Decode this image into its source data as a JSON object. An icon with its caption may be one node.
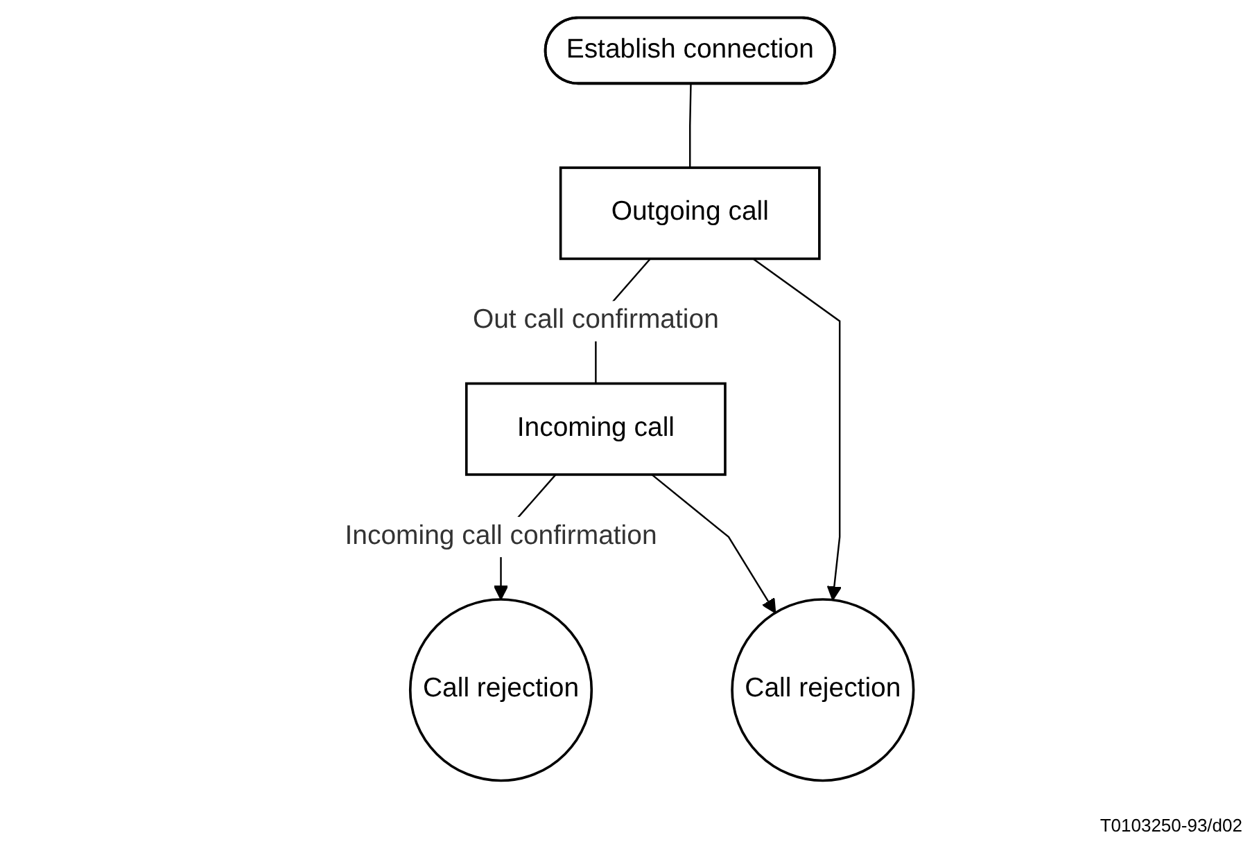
{
  "diagram": {
    "nodes": [
      {
        "text": [
          "Establish connection"
        ]
      },
      {
        "text": [
          "Outgoing call"
        ]
      },
      {
        "text": [
          "Incoming call"
        ]
      },
      {
        "text": [
          "Call rejection"
        ]
      },
      {
        "text": [
          "Call rejection"
        ]
      }
    ],
    "edges": [
      {
        "from": 0,
        "to": 1,
        "arrow": "none"
      },
      {
        "from": 1,
        "to": 2,
        "label": "Out call confirmation",
        "arrow": "none"
      },
      {
        "from": 2,
        "to": 3,
        "label": "Incoming call confirmation",
        "arrow": "to"
      },
      {
        "from": 2,
        "to": 4,
        "arrow": "to"
      },
      {
        "from": 1,
        "to": 4,
        "arrow": "to"
      }
    ],
    "labels": [
      "T0103250-93/d02"
    ]
  }
}
